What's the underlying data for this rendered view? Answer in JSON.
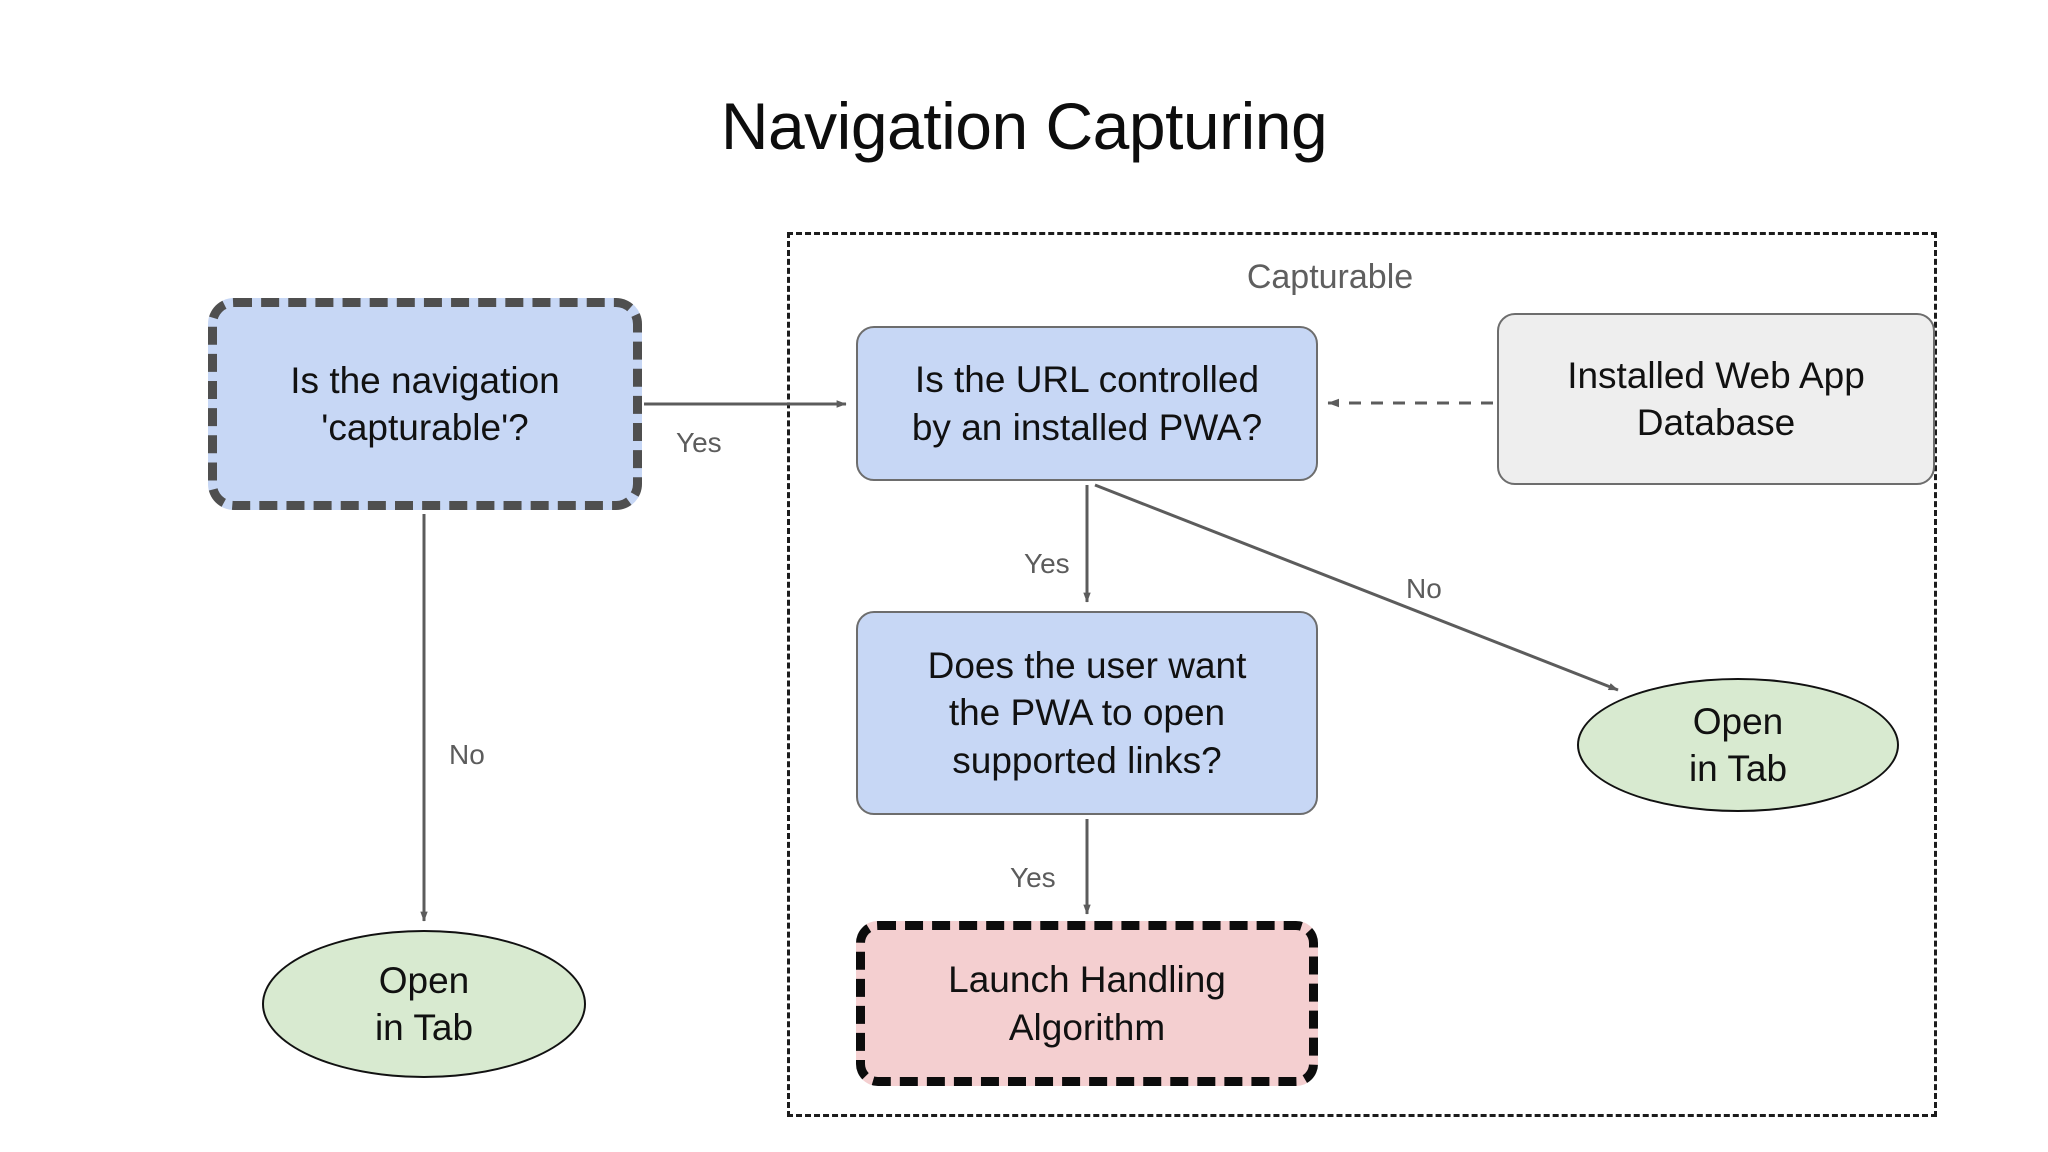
{
  "title": "Navigation Capturing",
  "group": {
    "label": "Capturable"
  },
  "nodes": {
    "is_capturable": "Is the navigation\n'capturable'?",
    "url_controlled": "Is the URL controlled\nby an installed PWA?",
    "webapp_db": "Installed Web App\nDatabase",
    "user_want_open": "Does the user want\nthe PWA to open\nsupported links?",
    "launch_handling": "Launch Handling\nAlgorithm",
    "open_in_tab_left": "Open\nin Tab",
    "open_in_tab_right": "Open\nin Tab"
  },
  "edge_labels": {
    "capturable_yes": "Yes",
    "capturable_no": "No",
    "url_yes": "Yes",
    "url_no": "No",
    "user_yes": "Yes"
  },
  "colors": {
    "decision_fill": "#c7d7f5",
    "decision_stroke": "#6d6d6d",
    "highlight_stroke": "#4f4f4f",
    "database_fill": "#eeeeee",
    "terminal_fill": "#d8ead0",
    "terminal_stroke": "#111111",
    "algorithm_fill": "#f4cfd0",
    "algorithm_stroke": "#0c0c0c",
    "edge_stroke": "#5c5c5c",
    "group_stroke": "#1c1c1c",
    "label_text": "#5c5c5c",
    "background": "#ffffff"
  },
  "flow": {
    "edges": [
      {
        "from": "is_capturable",
        "to": "url_controlled",
        "label": "Yes",
        "style": "solid"
      },
      {
        "from": "is_capturable",
        "to": "open_in_tab_left",
        "label": "No",
        "style": "solid"
      },
      {
        "from": "webapp_db",
        "to": "url_controlled",
        "label": "",
        "style": "dashed"
      },
      {
        "from": "url_controlled",
        "to": "user_want_open",
        "label": "Yes",
        "style": "solid"
      },
      {
        "from": "url_controlled",
        "to": "open_in_tab_right",
        "label": "No",
        "style": "solid"
      },
      {
        "from": "user_want_open",
        "to": "launch_handling",
        "label": "Yes",
        "style": "solid"
      }
    ]
  }
}
